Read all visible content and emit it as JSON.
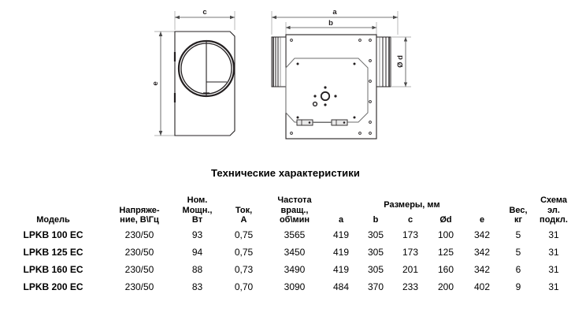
{
  "document": {
    "title": "Технические характеристики"
  },
  "drawings": {
    "side_view": {
      "name": "side-view",
      "dimension_width": "c",
      "dimension_height": "e"
    },
    "top_view": {
      "name": "top-view",
      "dimension_overall": "a",
      "dimension_body": "b",
      "dimension_diameter": "Ø d"
    }
  },
  "table": {
    "headers": {
      "model": "Модель",
      "voltage": "Напряже-\nние, В\\Гц",
      "power": "Ном.\nМощн.,\nВт",
      "current": "Ток,\nА",
      "speed": "Частота\nвращ.,\nоб\\мин",
      "dimensions_group": "Размеры, мм",
      "dim_a": "a",
      "dim_b": "b",
      "dim_c": "c",
      "dim_d": "Ød",
      "dim_e": "e",
      "weight": "Вес,\nкг",
      "wiring": "Схема\nэл.\nподкл."
    },
    "header_lines": {
      "voltage_1": "Напряже-",
      "voltage_2": "ние, В\\Гц",
      "power_1": "Ном.",
      "power_2": "Мощн.,",
      "power_3": "Вт",
      "current_1": "Ток,",
      "current_2": "А",
      "speed_1": "Частота",
      "speed_2": "вращ.,",
      "speed_3": "об\\мин",
      "weight_1": "Вес,",
      "weight_2": "кг",
      "wiring_1": "Схема",
      "wiring_2": "эл.",
      "wiring_3": "подкл."
    },
    "rows": [
      {
        "model": "LPKB 100 EC",
        "voltage": "230/50",
        "power": "93",
        "current": "0,75",
        "speed": "3565",
        "a": "419",
        "b": "305",
        "c": "173",
        "d": "100",
        "e": "342",
        "weight": "5",
        "wiring": "31"
      },
      {
        "model": "LPKB 125 EC",
        "voltage": "230/50",
        "power": "94",
        "current": "0,75",
        "speed": "3450",
        "a": "419",
        "b": "305",
        "c": "173",
        "d": "125",
        "e": "342",
        "weight": "5",
        "wiring": "31"
      },
      {
        "model": "LPKB 160 EC",
        "voltage": "230/50",
        "power": "88",
        "current": "0,73",
        "speed": "3490",
        "a": "419",
        "b": "305",
        "c": "201",
        "d": "160",
        "e": "342",
        "weight": "6",
        "wiring": "31"
      },
      {
        "model": "LPKB 200 EC",
        "voltage": "230/50",
        "power": "83",
        "current": "0,70",
        "speed": "3090",
        "a": "484",
        "b": "370",
        "c": "233",
        "d": "200",
        "e": "402",
        "weight": "9",
        "wiring": "31"
      }
    ]
  },
  "colors": {
    "line": "#231f20",
    "thin_line": "#808080",
    "text": "#000000",
    "fill": "#ffffff"
  }
}
